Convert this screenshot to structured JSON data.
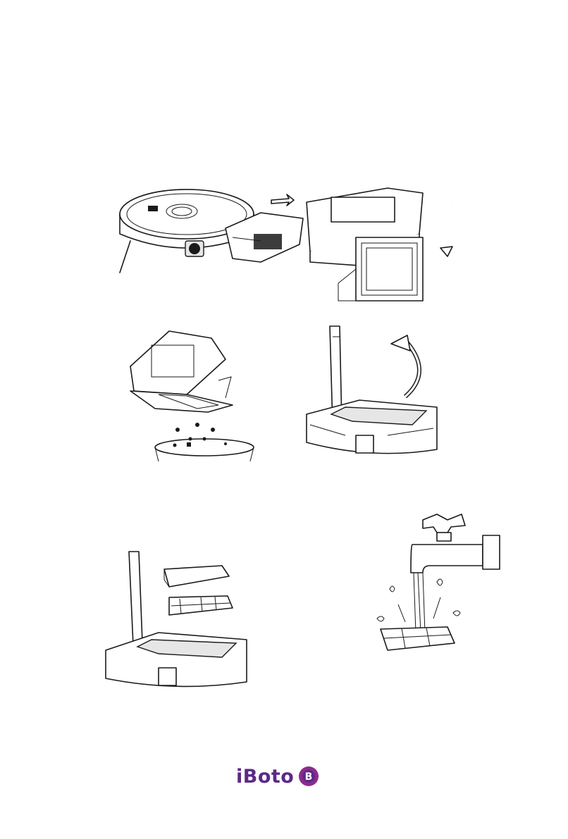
{
  "brand": {
    "name": "iBoto",
    "color": "#5b2a86",
    "accent": "#8e2a8c"
  },
  "figures": [
    {
      "name": "robot-remove-dustbin",
      "icon": "robot-vacuum-icon"
    },
    {
      "name": "dustbin-open-lid",
      "icon": "dustbin-icon"
    },
    {
      "name": "empty-dustbin",
      "icon": "trash-icon"
    },
    {
      "name": "dustbin-open-filter-cover",
      "icon": "dustbin-icon"
    },
    {
      "name": "remove-filters",
      "icon": "filter-icon"
    },
    {
      "name": "rinse-filter-under-tap",
      "icon": "water-tap-icon"
    }
  ]
}
